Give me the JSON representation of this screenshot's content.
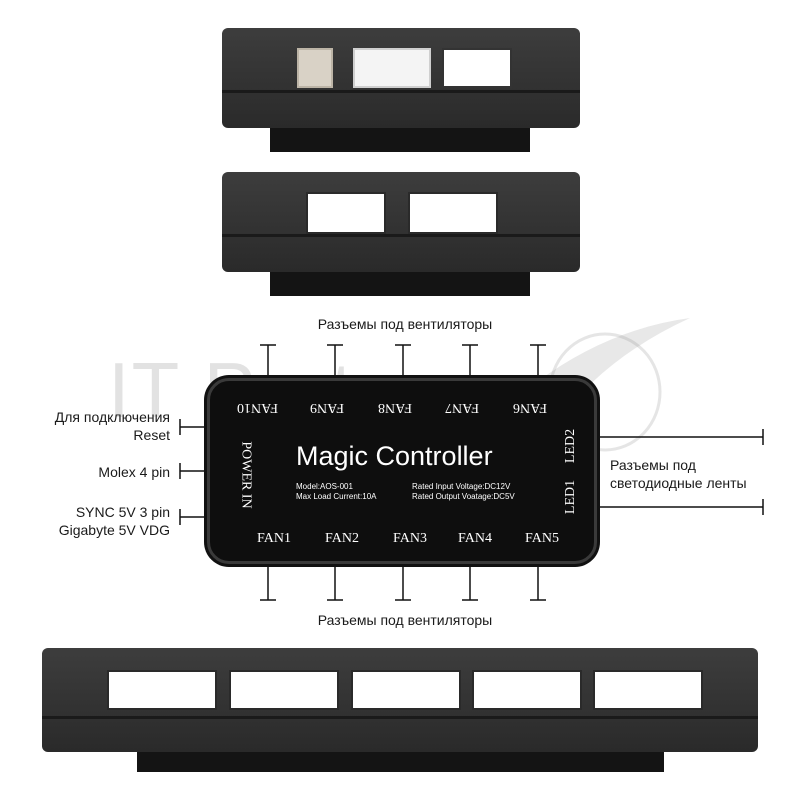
{
  "watermark": "IT Partner",
  "board": {
    "title": "Magic Controller",
    "top_fans": [
      "FAN10",
      "FAN9",
      "FAN8",
      "FAN7",
      "FAN6"
    ],
    "bottom_fans": [
      "FAN1",
      "FAN2",
      "FAN3",
      "FAN4",
      "FAN5"
    ],
    "power_in": "POWER IN",
    "led2": "LED2",
    "led1": "LED1",
    "model": "Model:AOS-001",
    "max_load": "Max Load Current:10A",
    "rated_input": "Rated Input Voltage:DC12V",
    "rated_output": "Rated Output Voatage:DC5V"
  },
  "annotations": {
    "fans_top": "Разъемы под вентиляторы",
    "fans_bottom": "Разъемы под вентиляторы",
    "reset_line1": "Для подключения",
    "reset_line2": "Reset",
    "molex": "Molex 4 pin",
    "sync_line1": "SYNC 5V 3 pin",
    "sync_line2": "Gigabyte 5V VDG",
    "led_line1": "Разъемы под",
    "led_line2": "светодиодные ленты"
  }
}
